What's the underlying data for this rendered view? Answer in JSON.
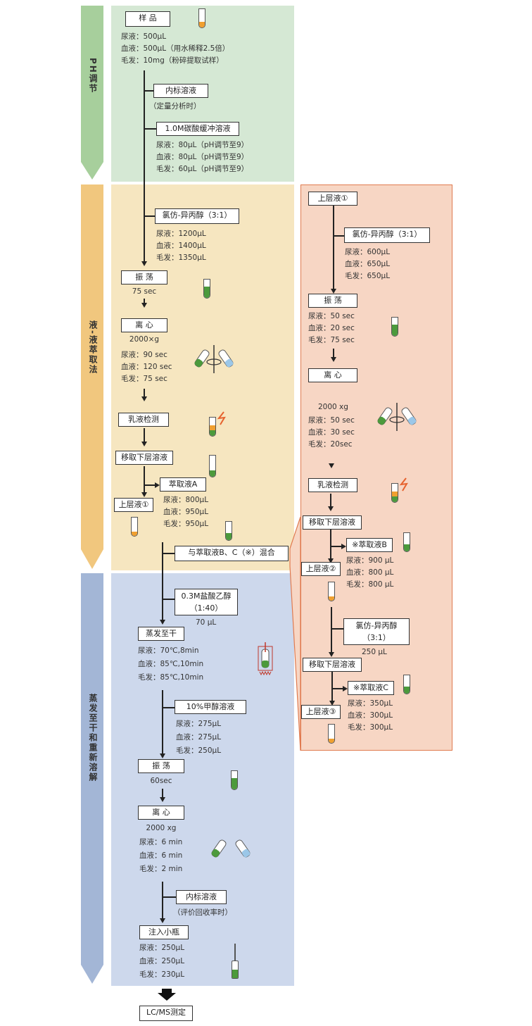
{
  "stages": [
    {
      "label": "PH调节"
    },
    {
      "label": "液-液萃取法"
    },
    {
      "label": "蒸发至干和重新溶解"
    }
  ],
  "colors": {
    "green": "#d5e8d4",
    "orange": "#f6e6c0",
    "blue": "#cdd8ec",
    "salmon": "#f7d6c4",
    "arrow_green": "#a7cf9c",
    "arrow_orange": "#f1c77e",
    "arrow_blue": "#a3b6d6"
  },
  "steps": {
    "sample": "样 品",
    "sample_lines": [
      "尿液：500μL",
      "血液：500μL（用水稀释2.5倍）",
      "毛发：10mg（粉碎提取试样）"
    ],
    "istd1": "内标溶液",
    "istd1_note": "（定量分析时）",
    "buffer": "1.0M碳酸缓冲溶液",
    "buffer_lines": [
      "尿液：80μL（pH调节至9）",
      "血液：80μL（pH调节至9）",
      "毛发：60μL（pH调节至9）"
    ],
    "chloroform1": "氯仿-异丙醇（3:1）",
    "chloroform1_lines": [
      "尿液：1200μL",
      "血液：1400μL",
      "毛发：1350μL"
    ],
    "shake1": "振 荡",
    "shake1_time": "75 sec",
    "centrifuge1": "离 心",
    "centrifuge1_g": "2000×g",
    "centrifuge1_lines": [
      "尿液：90 sec",
      "血液：120 sec",
      "毛发：75 sec"
    ],
    "emulsion1": "乳液检测",
    "take_lower1": "移取下层溶液",
    "extract_a": "萃取液A",
    "extract_a_lines": [
      "尿液：800μL",
      "血液：950μL",
      "毛发：950μL"
    ],
    "upper1": "上层液①",
    "mix": "与萃取液B、C（※）混合",
    "hcl": "0.3M盐酸乙醇",
    "hcl_ratio": "（1:40）",
    "hcl_vol": "70 μL",
    "evaporate": "蒸发至干",
    "evaporate_lines": [
      "尿液：70℃,8min",
      "血液：85℃,10min",
      "毛发：85℃,10min"
    ],
    "methanol": "10%甲醇溶液",
    "methanol_lines": [
      "尿液：275μL",
      "血液：275μL",
      "毛发：250μL"
    ],
    "shake3": "振 荡",
    "shake3_time": "60sec",
    "centrifuge3": "离 心",
    "centrifuge3_g": "2000 xg",
    "centrifuge3_lines": [
      "尿液：6 min",
      "血液：6 min",
      "毛发：2 min"
    ],
    "istd2": "内标溶液",
    "istd2_note": "（评价回收率时）",
    "inject": "注入小瓶",
    "inject_lines": [
      "尿液：250μL",
      "血液：250μL",
      "毛发：230μL"
    ],
    "lcms": "LC/MS测定"
  },
  "side": {
    "upper1": "上层液①",
    "chloroform2": "氯仿-异丙醇（3:1）",
    "chloroform2_lines": [
      "尿液：600μL",
      "血液：650μL",
      "毛发：650μL"
    ],
    "shake2": "振 荡",
    "shake2_lines": [
      "尿液：50 sec",
      "血液：20 sec",
      "毛发：75 sec"
    ],
    "centrifuge2": "离 心",
    "centrifuge2_g": "2000 xg",
    "centrifuge2_lines": [
      "尿液：50 sec",
      "血液：30 sec",
      "毛发：20sec"
    ],
    "emulsion2": "乳液检测",
    "take_lower2": "移取下层溶液",
    "extract_b": "※萃取液B",
    "extract_b_lines": [
      "尿液：900 μL",
      "血液：800 μL",
      "毛发：800 μL"
    ],
    "upper2": "上层液②",
    "chloroform3": "氯仿-异丙醇",
    "chloroform3_ratio": "（3:1）",
    "chloroform3_vol": "250 μL",
    "take_lower3": "移取下层溶液",
    "extract_c": "※萃取液C",
    "extract_c_lines": [
      "尿液：350μL",
      "血液：300μL",
      "毛发：300μL"
    ],
    "upper3": "上层液③"
  }
}
